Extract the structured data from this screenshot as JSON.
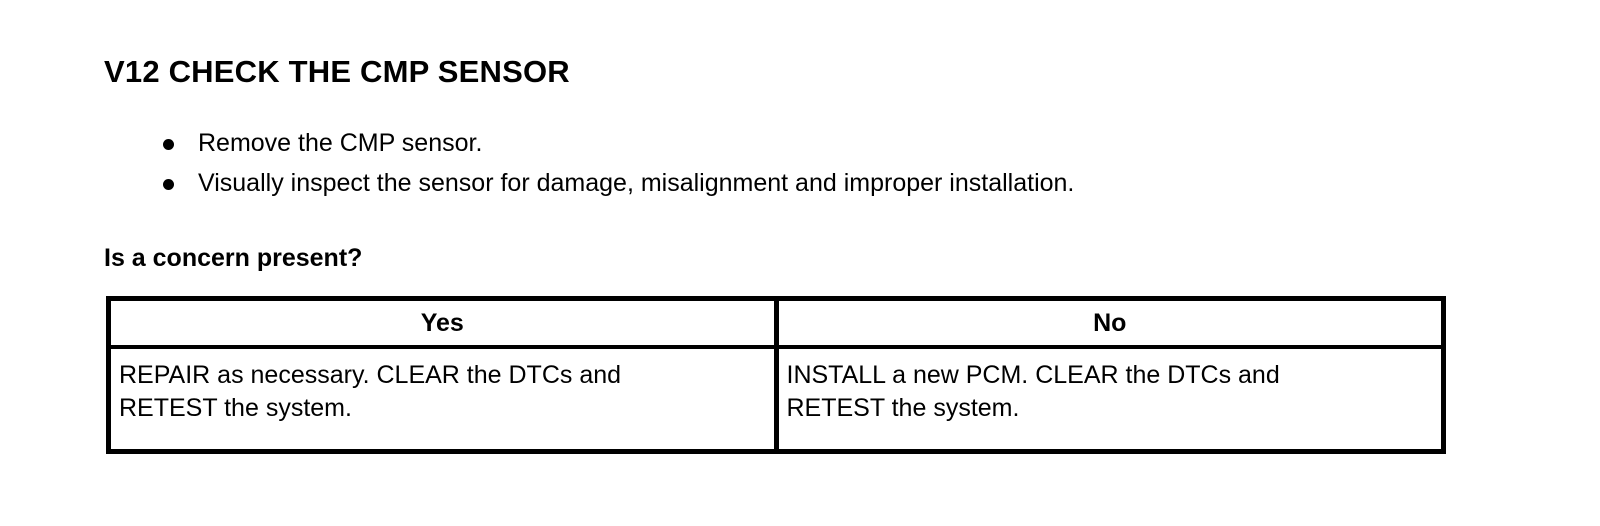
{
  "document": {
    "step_title": "V12 CHECK THE CMP SENSOR",
    "instructions": [
      "Remove the CMP sensor.",
      "Visually inspect the sensor for damage, misalignment and improper installation."
    ],
    "question": "Is a concern present?",
    "decision_table": {
      "headers": [
        "Yes",
        "No"
      ],
      "rows": [
        {
          "yes_line1": "REPAIR as necessary. CLEAR the DTCs and",
          "yes_line2": "RETEST the system.",
          "no_line1": "INSTALL a new PCM. CLEAR the DTCs and",
          "no_line2": "RETEST the system."
        }
      ]
    },
    "colors": {
      "text": "#000000",
      "background": "#ffffff",
      "border": "#000000"
    }
  }
}
